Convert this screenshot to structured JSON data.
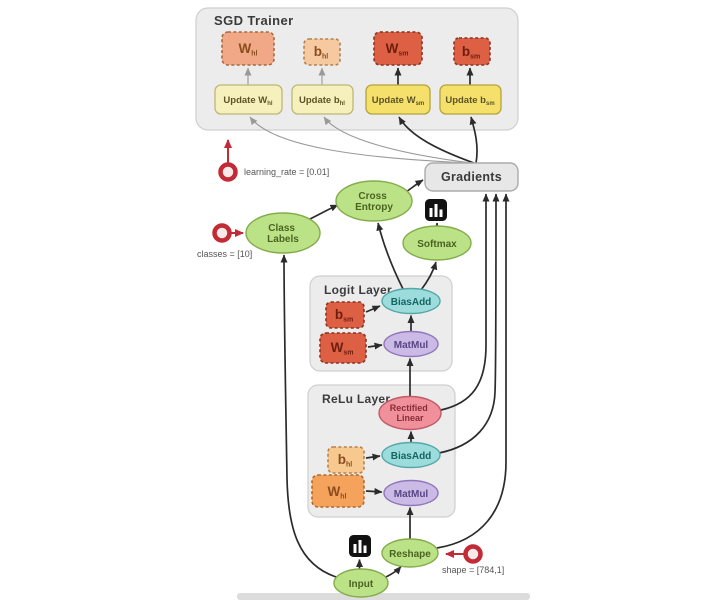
{
  "sgd": {
    "title": "SGD Trainer",
    "params": {
      "w_hl": {
        "base": "W",
        "sub": "hl"
      },
      "b_hl": {
        "base": "b",
        "sub": "hl"
      },
      "w_sm": {
        "base": "W",
        "sub": "sm"
      },
      "b_sm": {
        "base": "b",
        "sub": "sm"
      }
    },
    "updates": {
      "w_hl": {
        "base": "Update W",
        "sub": "hl"
      },
      "b_hl": {
        "base": "Update b",
        "sub": "hl"
      },
      "w_sm": {
        "base": "Update W",
        "sub": "sm"
      },
      "b_sm": {
        "base": "Update b",
        "sub": "sm"
      }
    }
  },
  "gradients": {
    "label": "Gradients"
  },
  "ops": {
    "cross_entropy": {
      "line1": "Cross",
      "line2": "Entropy"
    },
    "class_labels": {
      "line1": "Class",
      "line2": "Labels"
    },
    "softmax": "Softmax",
    "reshape": "Reshape",
    "input": "Input"
  },
  "logit_layer": {
    "title": "Logit Layer",
    "b": {
      "base": "b",
      "sub": "sm"
    },
    "w": {
      "base": "W",
      "sub": "sm"
    },
    "bias_add": "BiasAdd",
    "mat_mul": "MatMul"
  },
  "relu_layer": {
    "title": "ReLu Layer",
    "rectified": {
      "line1": "Rectified",
      "line2": "Linear"
    },
    "b": {
      "base": "b",
      "sub": "hl"
    },
    "w": {
      "base": "W",
      "sub": "hl"
    },
    "bias_add": "BiasAdd",
    "mat_mul": "MatMul"
  },
  "annotations": {
    "learning_rate": "learning_rate = [0.01]",
    "classes": "classes = [10]",
    "shape": "shape = [784,1]"
  },
  "colors": {
    "node_green": "#bce287",
    "node_cyan": "#9cdcdc",
    "node_purple": "#cbbae6",
    "node_pink": "#f0909b",
    "param_dark_orange": "#dd6044",
    "param_salmon": "#f0a886",
    "param_orange": "#f5a25c",
    "update_pale_yellow": "#f6f1bc",
    "update_yellow": "#f5e06c",
    "container_gray": "#ececec",
    "marker_red": "#c22a35",
    "edge_dark": "#2b2b2b",
    "edge_gray": "#9a9a9a"
  }
}
